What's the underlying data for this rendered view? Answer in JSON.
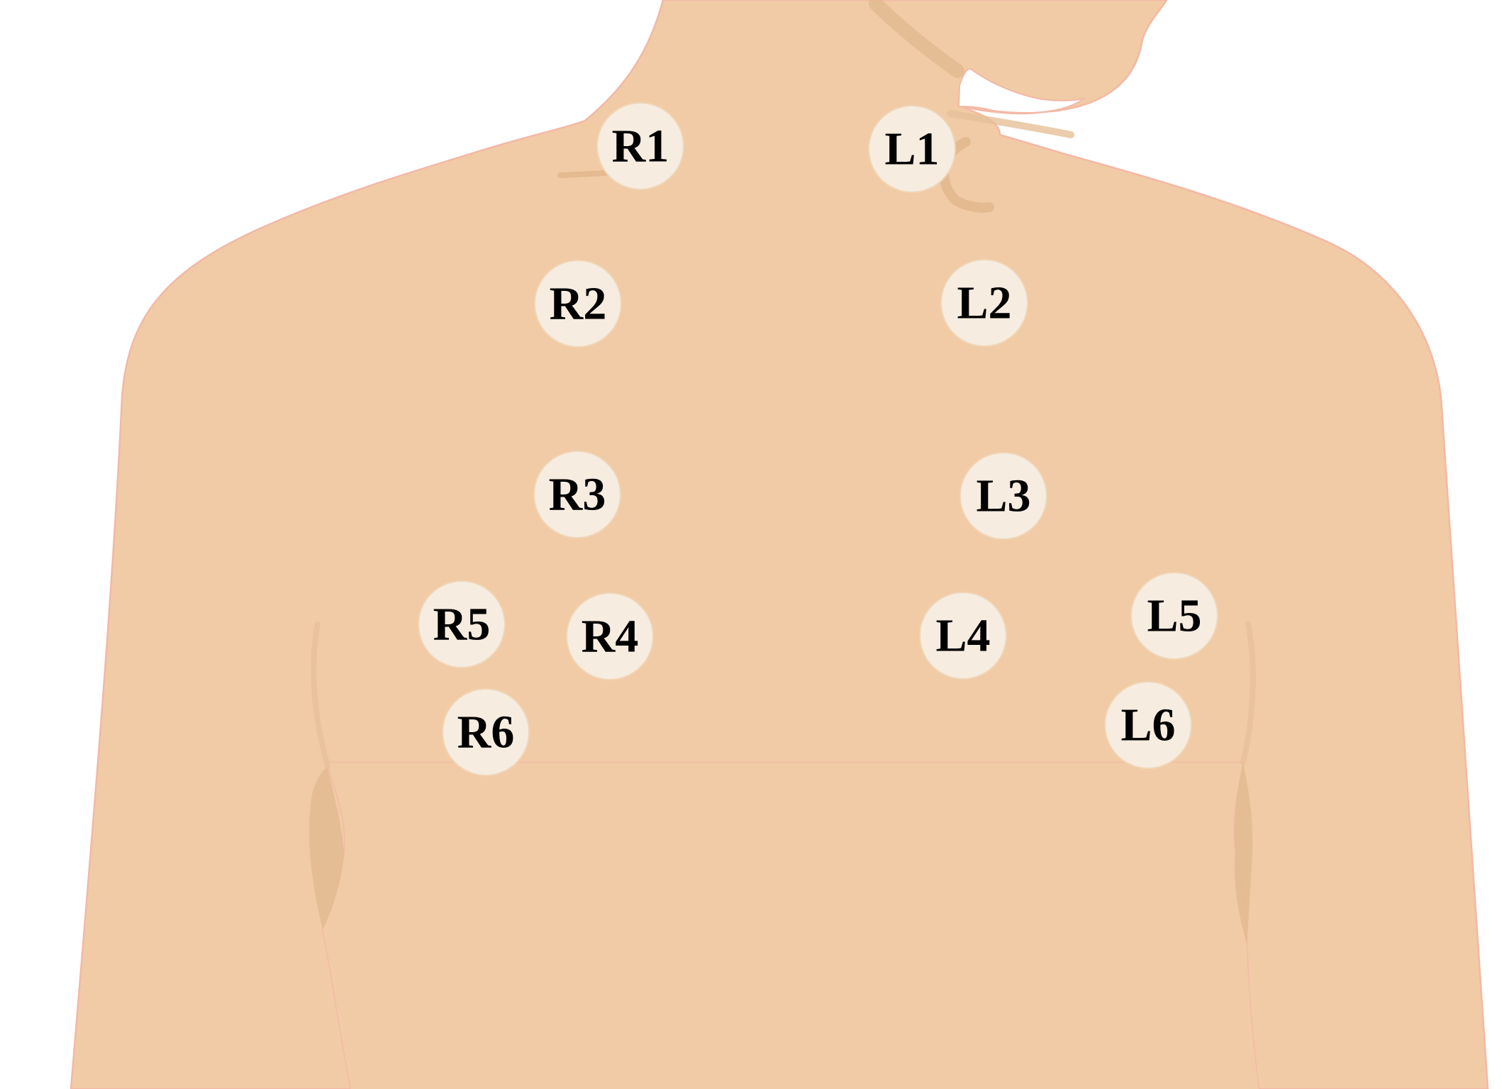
{
  "colors": {
    "background": "#ffffff",
    "skin": "#f0cba5",
    "skin_shadow": "#e2b88f",
    "skin_edge": "#f3b8a6",
    "marker_fill": "#f7ece0",
    "label": "#000000"
  },
  "markers": {
    "R1": "R1",
    "R2": "R2",
    "R3": "R3",
    "R4": "R4",
    "R5": "R5",
    "R6": "R6",
    "L1": "L1",
    "L2": "L2",
    "L3": "L3",
    "L4": "L4",
    "L5": "L5",
    "L6": "L6"
  }
}
